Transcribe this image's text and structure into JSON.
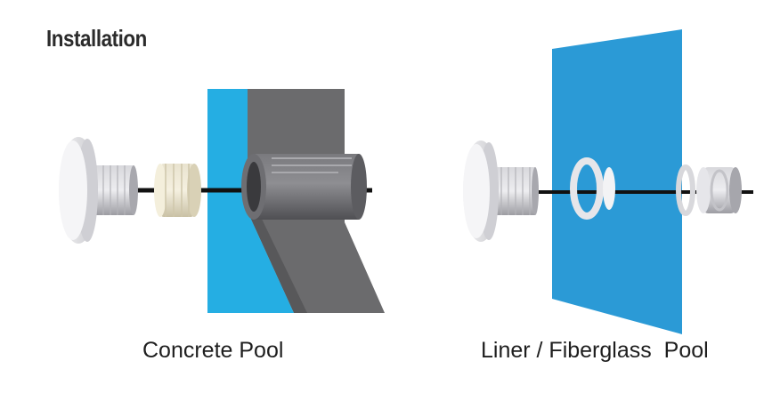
{
  "title": "Installation",
  "captions": {
    "concrete": "Concrete Pool",
    "liner": "Liner / Fiberglass  Pool"
  },
  "colors": {
    "pool_blue": "#2b9ad6",
    "wall_blue": "#25aee3",
    "concrete_gray": "#6b6b6d",
    "cable": "#111111"
  },
  "icons": [
    "light-fixture-icon",
    "nut-icon",
    "niche-icon",
    "gasket-ring-icon",
    "pool-wall-icon"
  ]
}
